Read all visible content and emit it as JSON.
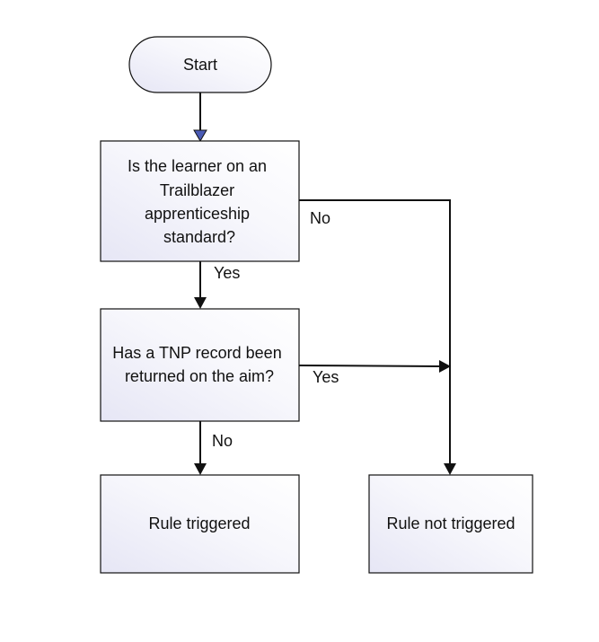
{
  "diagram": {
    "nodes": {
      "start": {
        "label": "Start"
      },
      "q1": {
        "lines": [
          "Is the learner on an",
          "Trailblazer",
          "apprenticeship",
          "standard?"
        ]
      },
      "q2": {
        "lines": [
          "Has a TNP record been",
          "returned on the aim?"
        ]
      },
      "triggered": {
        "label": "Rule triggered"
      },
      "not_triggered": {
        "label": "Rule not triggered"
      }
    },
    "edges": {
      "q1_no": "No",
      "q1_yes": "Yes",
      "q2_yes": "Yes",
      "q2_no": "No"
    },
    "colors": {
      "stroke": "#111111",
      "node_fill_light": "#ffffff",
      "node_fill_tint": "#e6e6f5",
      "start_arrowhead": "#4a5bb5"
    }
  }
}
